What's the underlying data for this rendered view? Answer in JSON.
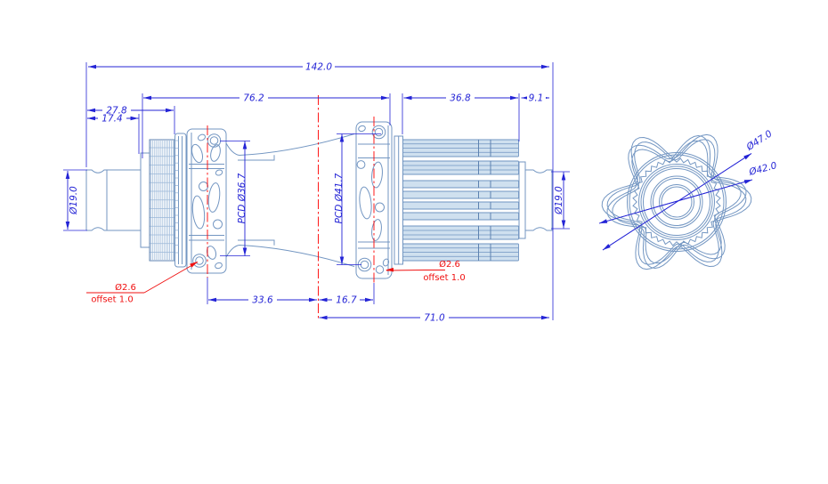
{
  "colors": {
    "dimension_blue": "#2424d6",
    "geometry_blue": "#7396c2",
    "centerline_red": "#ff0000",
    "annotation_red": "#f01010",
    "spline_fill": "#cfe0ef"
  },
  "dimensions": {
    "overall_length": "142.0",
    "flange_to_end": "76.2",
    "freehub_body": "36.8",
    "right_end_cap": "9.1",
    "left_section": "27.8",
    "left_end_cap": "17.4",
    "left_axle_diameter": "Ø19.0",
    "right_axle_diameter": "Ø19.0",
    "left_flange_pcd": "PCD Ø36.7",
    "right_flange_pcd": "PCD Ø41.7",
    "center_to_left_flange": "33.6",
    "center_to_right_flange": "16.7",
    "center_to_right_end": "71.0"
  },
  "end_view": {
    "flange_diameter_outer": "Ø47.0",
    "flange_diameter_inner": "Ø42.0"
  },
  "annotations": {
    "left_spoke_hole": {
      "diameter": "Ø2.6",
      "offset": "offset 1.0"
    },
    "right_spoke_hole": {
      "diameter": "Ø2.6",
      "offset": "offset 1.0"
    }
  }
}
